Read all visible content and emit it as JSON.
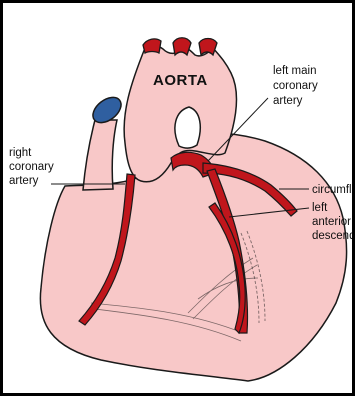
{
  "labels": {
    "aorta": "AORTA",
    "left_main": [
      "left main",
      "coronary",
      "artery"
    ],
    "right_coronary": [
      "right",
      "coronary",
      "artery"
    ],
    "circumflex": "circumflex",
    "lad": [
      "left",
      "anterior",
      "descending"
    ]
  },
  "colors": {
    "heart_fill": "#f8c8c8",
    "artery": "#c0161c",
    "vein_cap": "#2f5fa0",
    "outline": "#1a1a1a"
  }
}
